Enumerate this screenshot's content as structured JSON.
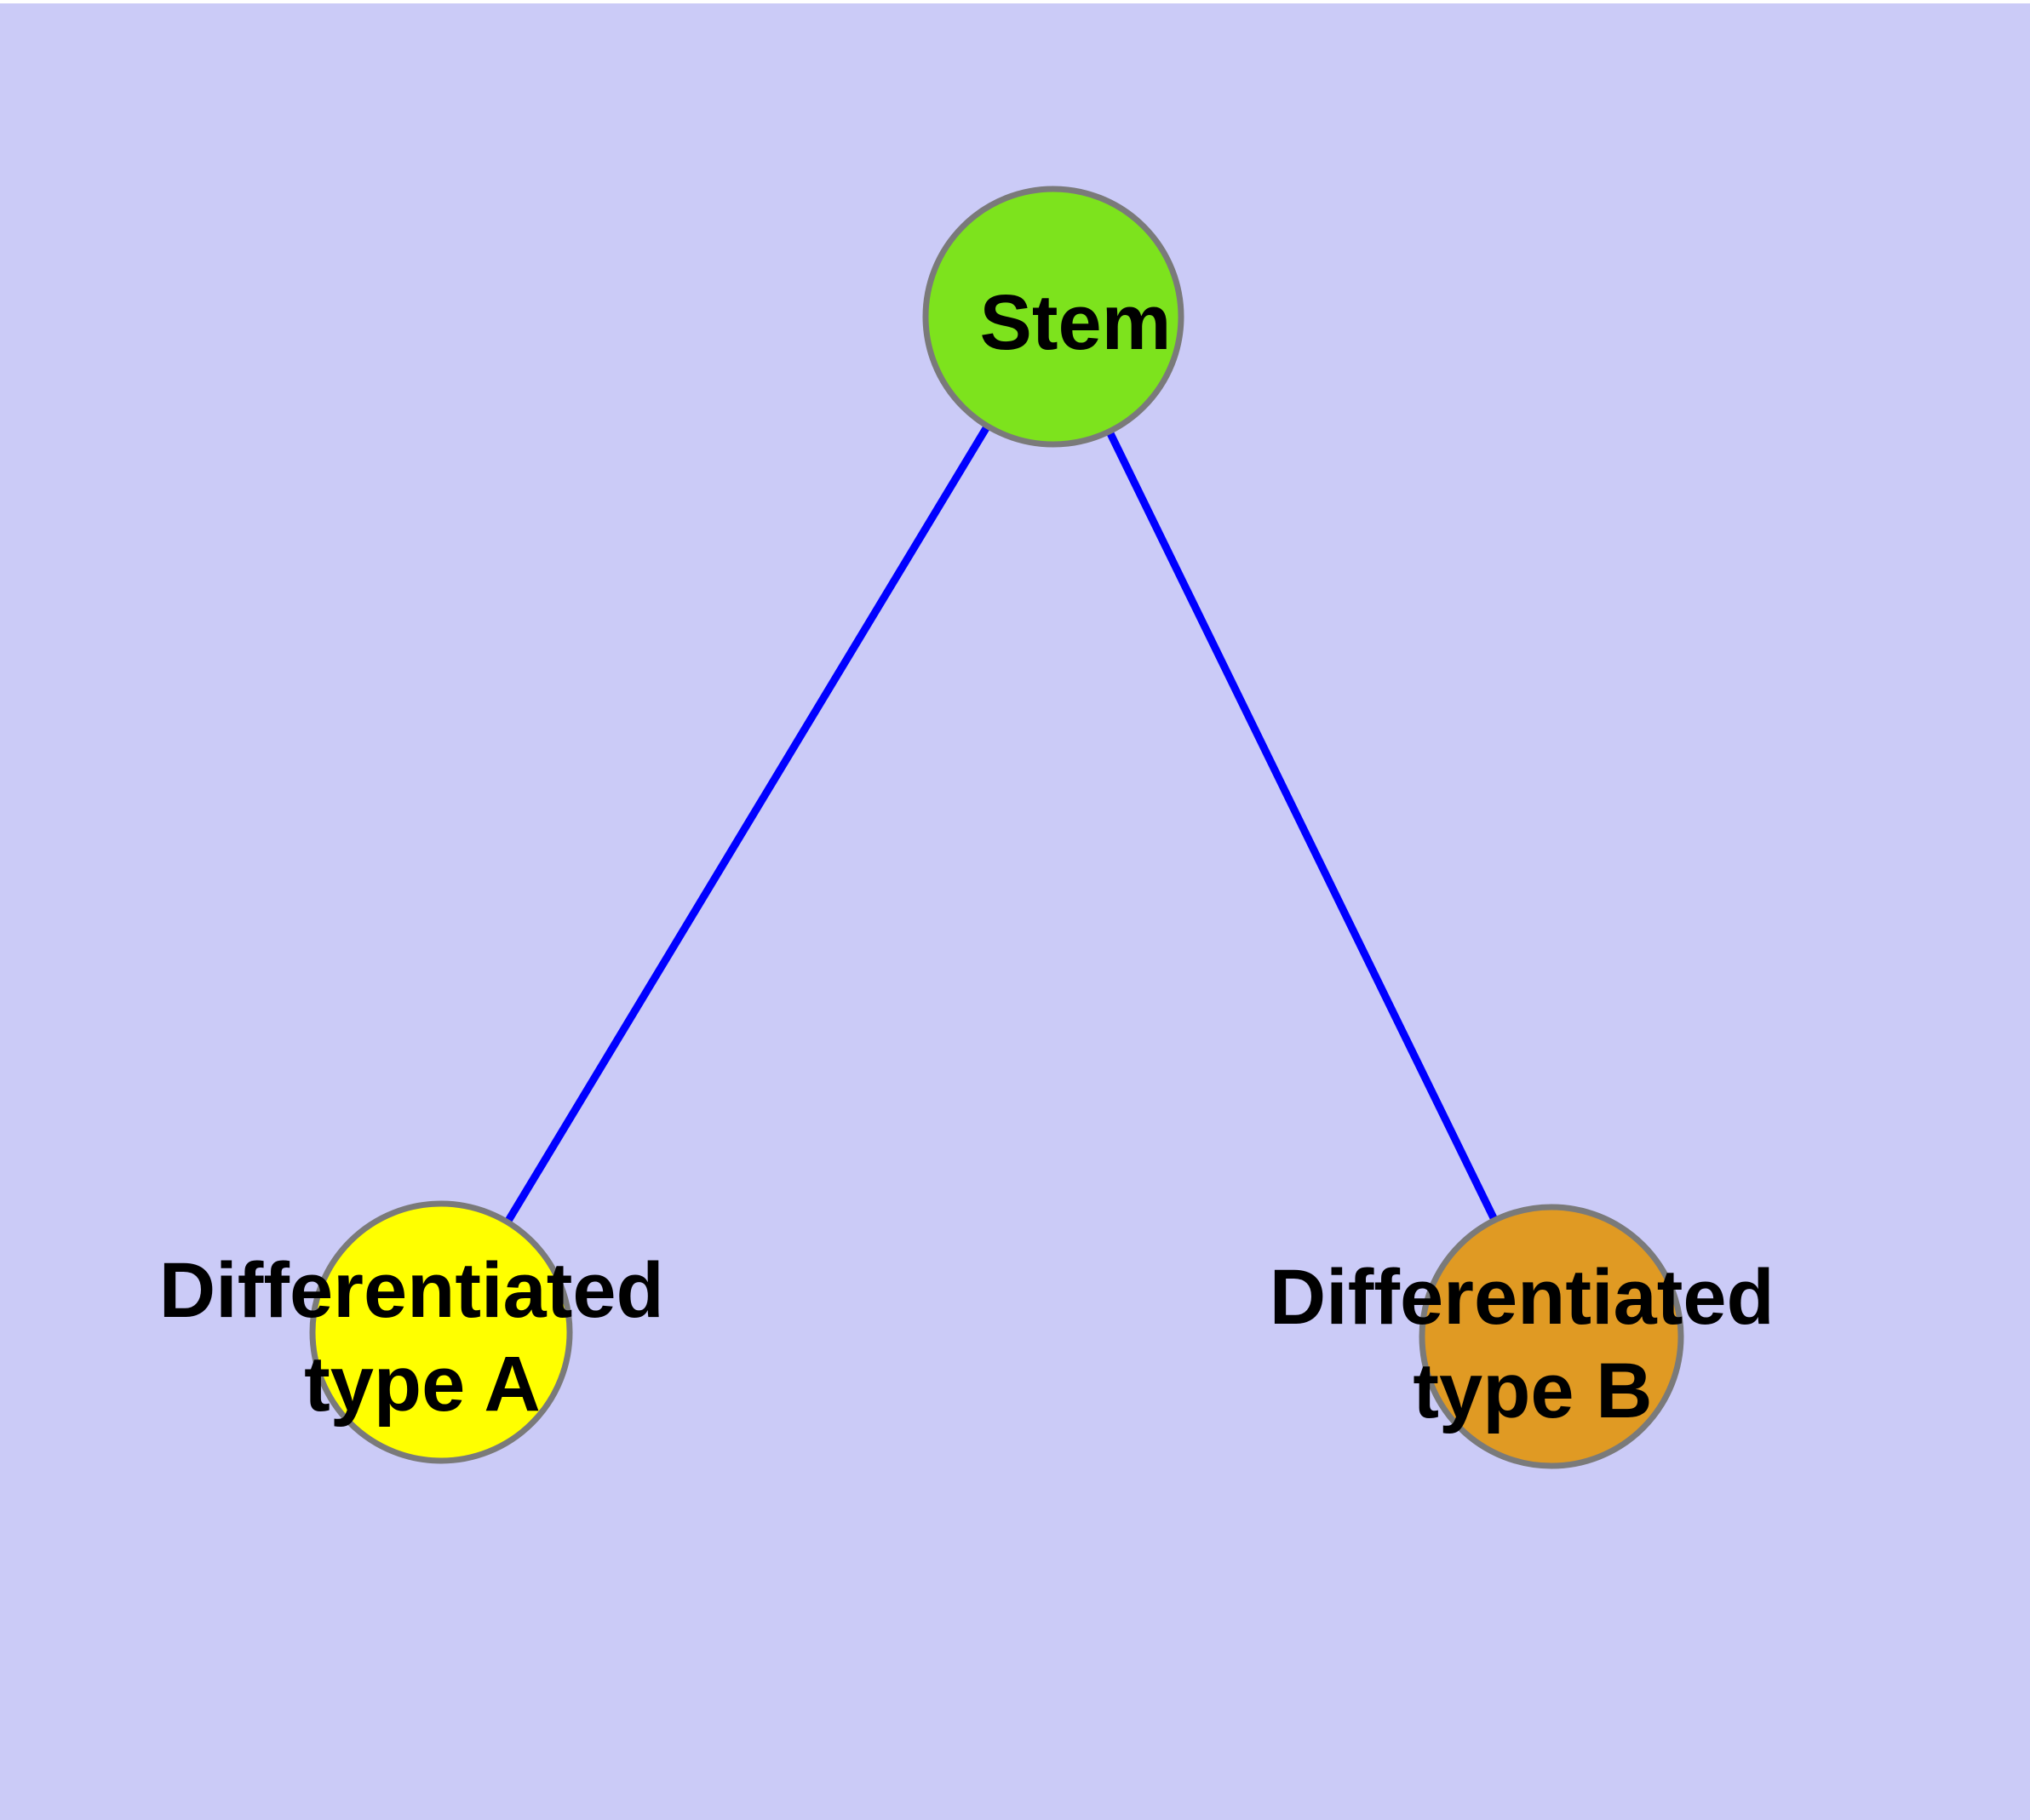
{
  "diagram": {
    "type": "graph",
    "background_color": "#cbcbf7",
    "top_strip_color": "#ffffff",
    "edge_color": "#0000ff",
    "node_border_color": "#7a7a7a",
    "label_color": "#000000",
    "nodes": [
      {
        "id": "stem",
        "label": "Stem",
        "label_line1": "Stem",
        "label_line2": "",
        "color": "#7de31d"
      },
      {
        "id": "type_a",
        "label": "Differentiated type A",
        "label_line1": "Differentiated",
        "label_line2": "type A",
        "color": "#ffff00"
      },
      {
        "id": "type_b",
        "label": "Differentiated type B",
        "label_line1": "Differentiated",
        "label_line2": "type B",
        "color": "#e09a23"
      }
    ],
    "edges": [
      {
        "from": "Stem",
        "to": "Differentiated type A"
      },
      {
        "from": "Stem",
        "to": "Differentiated type B"
      }
    ]
  }
}
